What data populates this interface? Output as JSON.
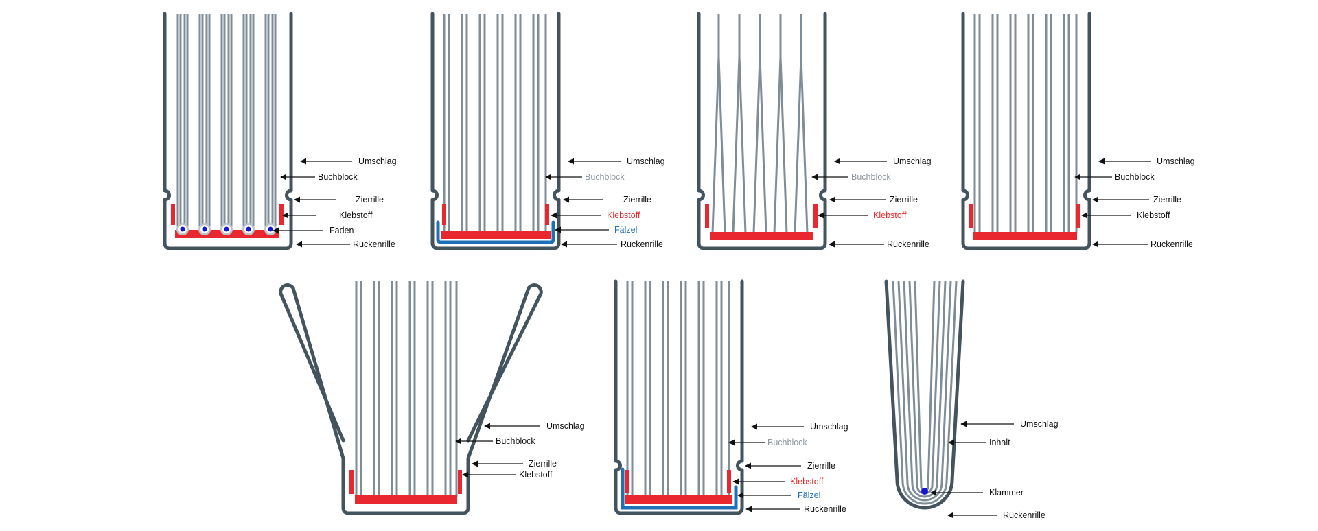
{
  "colors": {
    "cover": "#44545f",
    "page_line": "#7e8d98",
    "glue": "#e8282e",
    "falzel": "#1f6fb5",
    "thread_ring": "#bcc5cc",
    "thread_dot": "#1717cc",
    "staple": "#1515d0",
    "arrow": "#111111",
    "label_dark": "#111111",
    "label_gray": "#8e98a0",
    "label_red": "#e52b2b",
    "label_blue": "#1f6fb5"
  },
  "diagrams": [
    {
      "id": "thread-stitched",
      "labels": [
        {
          "text": "Umschlag",
          "tone": "dark"
        },
        {
          "text": "Buchblock",
          "tone": "dark"
        },
        {
          "text": "Zierrille",
          "tone": "dark"
        },
        {
          "text": "Klebstoff",
          "tone": "dark"
        },
        {
          "text": "Faden",
          "tone": "dark"
        },
        {
          "text": "Rückenrille",
          "tone": "dark"
        }
      ]
    },
    {
      "id": "with-falzel",
      "labels": [
        {
          "text": "Umschlag",
          "tone": "dark"
        },
        {
          "text": "Buchblock",
          "tone": "gray"
        },
        {
          "text": "Zierrille",
          "tone": "dark"
        },
        {
          "text": "Klebstoff",
          "tone": "red"
        },
        {
          "text": "Fälzel",
          "tone": "blue"
        },
        {
          "text": "Rückenrille",
          "tone": "dark"
        }
      ]
    },
    {
      "id": "notched-binding",
      "labels": [
        {
          "text": "Umschlag",
          "tone": "dark"
        },
        {
          "text": "Buchblock",
          "tone": "gray"
        },
        {
          "text": "Zierrille",
          "tone": "dark"
        },
        {
          "text": "Klebstoff",
          "tone": "red"
        },
        {
          "text": "Rückenrille",
          "tone": "dark"
        }
      ]
    },
    {
      "id": "perfect-binding",
      "labels": [
        {
          "text": "Umschlag",
          "tone": "dark"
        },
        {
          "text": "Buchblock",
          "tone": "dark"
        },
        {
          "text": "Zierrille",
          "tone": "dark"
        },
        {
          "text": "Klebstoff",
          "tone": "dark"
        },
        {
          "text": "Rückenrille",
          "tone": "dark"
        }
      ]
    },
    {
      "id": "open-cover",
      "labels": [
        {
          "text": "Umschlag",
          "tone": "dark"
        },
        {
          "text": "Buchblock",
          "tone": "dark"
        },
        {
          "text": "Zierrille",
          "tone": "dark"
        },
        {
          "text": "Klebstoff",
          "tone": "dark"
        }
      ]
    },
    {
      "id": "falzel-lower",
      "labels": [
        {
          "text": "Umschlag",
          "tone": "dark"
        },
        {
          "text": "Buchblock",
          "tone": "gray"
        },
        {
          "text": "Zierrille",
          "tone": "dark"
        },
        {
          "text": "Klebstoff",
          "tone": "red"
        },
        {
          "text": "Fälzel",
          "tone": "blue"
        },
        {
          "text": "Rückenrille",
          "tone": "dark"
        }
      ]
    },
    {
      "id": "saddle-stitch",
      "labels": [
        {
          "text": "Umschlag",
          "tone": "dark"
        },
        {
          "text": "Inhalt",
          "tone": "dark"
        },
        {
          "text": "Klammer",
          "tone": "dark"
        },
        {
          "text": "Rückenrille",
          "tone": "dark"
        }
      ]
    }
  ]
}
